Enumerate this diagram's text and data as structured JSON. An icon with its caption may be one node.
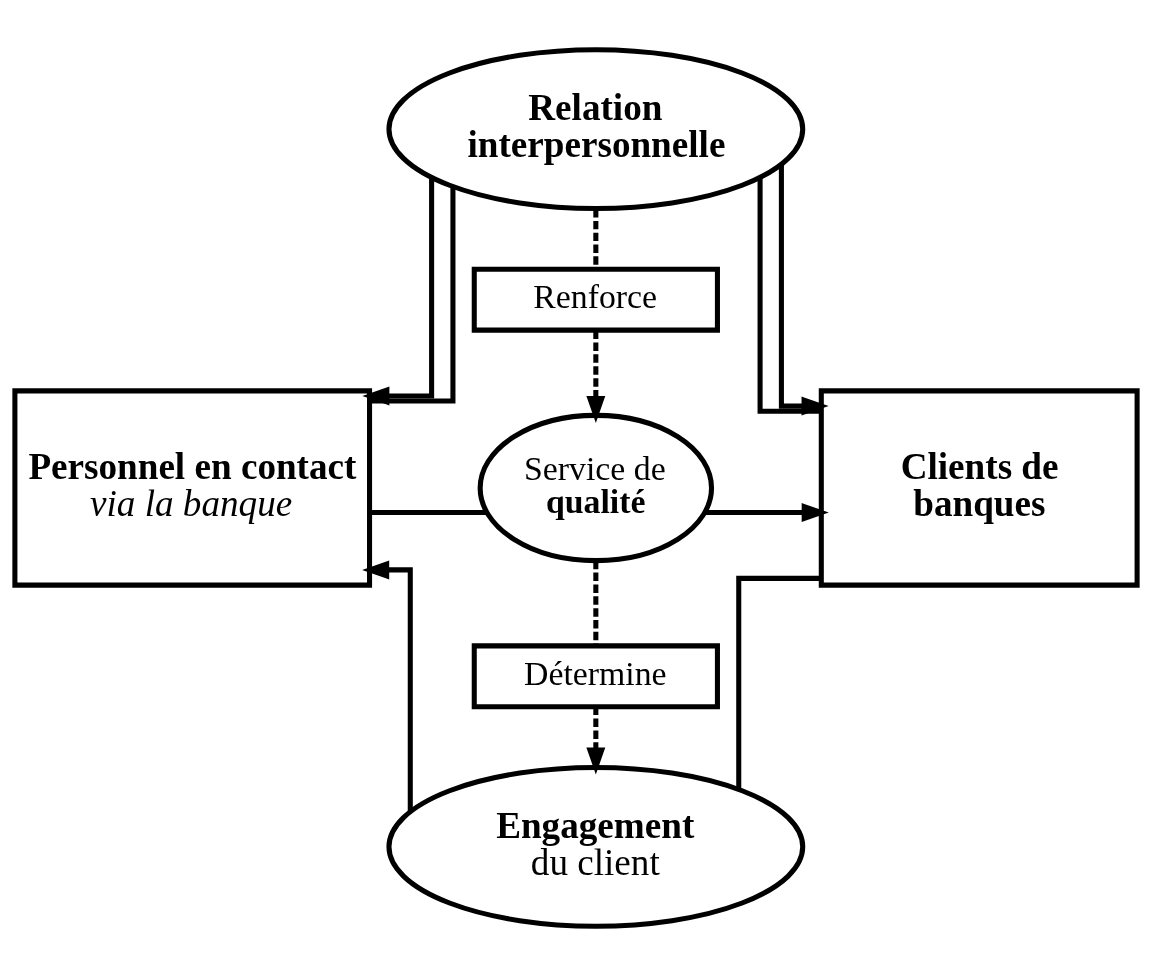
{
  "diagram": {
    "nodes": [
      {
        "text": [
          "Relation interpersonnelle"
        ]
      },
      {
        "text": [
          "Renforce"
        ]
      },
      {
        "text": [
          "**Personnel en contact** *via la banque*"
        ]
      },
      {
        "text": [
          "Service de **qualité**"
        ]
      },
      {
        "text": [
          "Clients de banques"
        ]
      },
      {
        "text": [
          "Détermine"
        ]
      },
      {
        "text": [
          "**Engagement** du client"
        ]
      }
    ],
    "edges": [
      {
        "from": 0,
        "to": 2,
        "arrow": "to"
      },
      {
        "from": 2,
        "to": 0,
        "arrow": "none"
      },
      {
        "from": 0,
        "to": 4,
        "arrow": "to"
      },
      {
        "from": 4,
        "to": 0,
        "arrow": "none"
      },
      {
        "from": 0,
        "to": 1,
        "arrow": "none",
        "style": "dashed"
      },
      {
        "from": 1,
        "to": 3,
        "arrow": "to",
        "style": "dashed"
      },
      {
        "from": 2,
        "to": 3,
        "arrow": "none"
      },
      {
        "from": 3,
        "to": 4,
        "arrow": "to"
      },
      {
        "from": 3,
        "to": 5,
        "arrow": "none",
        "style": "dashed"
      },
      {
        "from": 5,
        "to": 6,
        "arrow": "to",
        "style": "dashed"
      },
      {
        "from": 4,
        "to": 6,
        "arrow": "none"
      },
      {
        "from": 6,
        "to": 2,
        "arrow": "to"
      }
    ]
  }
}
